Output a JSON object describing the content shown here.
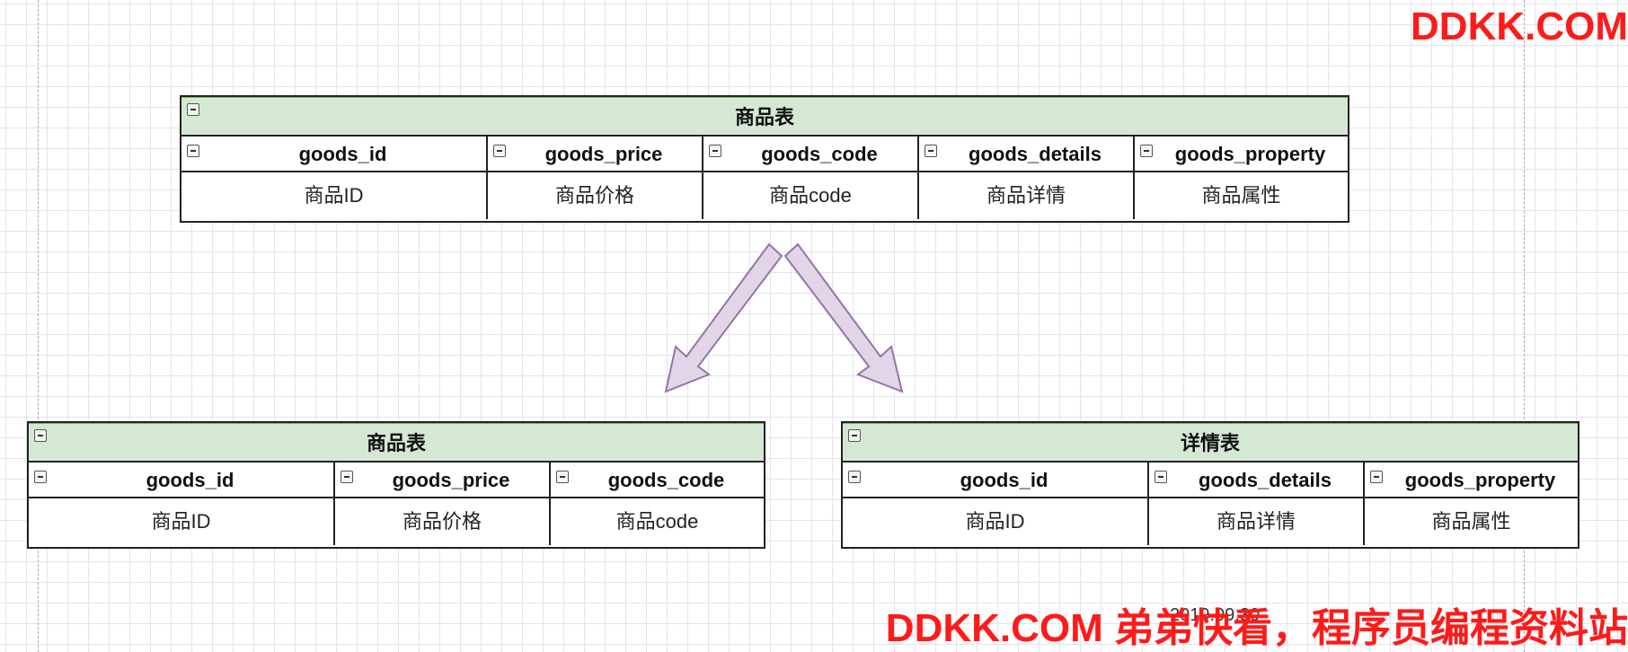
{
  "diagram": {
    "source_table": {
      "title": "商品表",
      "columns": [
        {
          "name": "goods_id",
          "desc": "商品ID"
        },
        {
          "name": "goods_price",
          "desc": "商品价格"
        },
        {
          "name": "goods_code",
          "desc": "商品code"
        },
        {
          "name": "goods_details",
          "desc": "商品详情"
        },
        {
          "name": "goods_property",
          "desc": "商品属性"
        }
      ]
    },
    "left_table": {
      "title": "商品表",
      "columns": [
        {
          "name": "goods_id",
          "desc": "商品ID"
        },
        {
          "name": "goods_price",
          "desc": "商品价格"
        },
        {
          "name": "goods_code",
          "desc": "商品code"
        }
      ]
    },
    "right_table": {
      "title": "详情表",
      "columns": [
        {
          "name": "goods_id",
          "desc": "商品ID"
        },
        {
          "name": "goods_details",
          "desc": "商品详情"
        },
        {
          "name": "goods_property",
          "desc": "商品属性"
        }
      ]
    },
    "arrow_color": "#e1d5e7",
    "arrow_stroke": "#9673a6",
    "header_fill": "#d5e8d4"
  },
  "date": "2019.09.30",
  "watermark_top": "DDKK.COM",
  "watermark_bottom": "DDKK.COM 弟弟快看，程序员编程资料站"
}
